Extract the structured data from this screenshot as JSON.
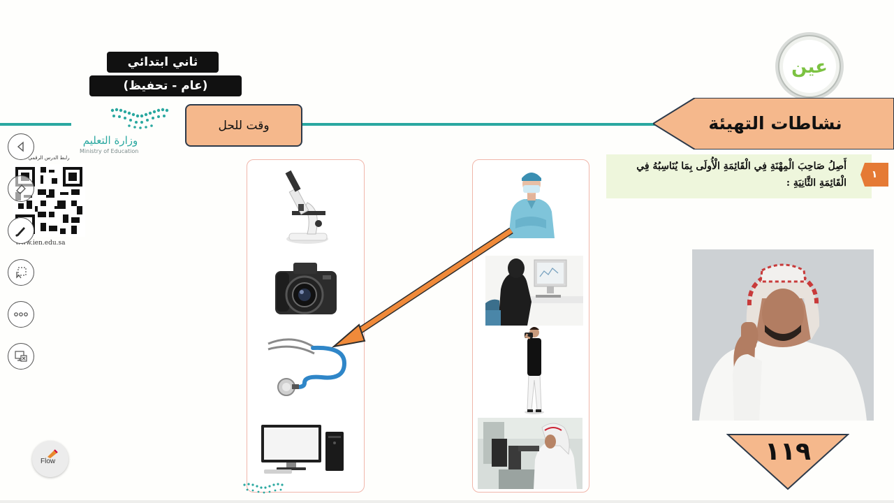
{
  "grade": {
    "level": "ثاني ابتدائي",
    "track": "(عام - تحفيظ)"
  },
  "ministry": {
    "name_ar": "وزارة التعليم",
    "name_en": "Ministry of Education"
  },
  "qr": {
    "caption": "رابط الدرس الرقمي",
    "url": "www.ien.edu.sa"
  },
  "solve_time_label": "وقت للحل",
  "channel_logo": "عين",
  "activity_title": "نشاطات التهيئة",
  "question": {
    "number": "١",
    "text": "أَصِلُ صَاحِبَ الْمِهْنَةِ فِي الْقَائِمَةِ الْأُولَى بِمَا يُنَاسِبُهُ فِي الْقَائِمَةِ الثَّانِيَةِ :"
  },
  "column_left": {
    "items": [
      "microscope",
      "camera",
      "stethoscope",
      "computer"
    ]
  },
  "column_right": {
    "items": [
      "doctor",
      "programmer",
      "photographer",
      "scientist"
    ]
  },
  "connection": {
    "from": "doctor",
    "to": "stethoscope",
    "color": "#f08a3a"
  },
  "page_number": "١١٩",
  "flow_label": "Flow",
  "colors": {
    "teal": "#2aa8a0",
    "peach": "#f5b88c",
    "orange": "#e57a35",
    "border_pink": "#f0b6aa"
  },
  "tools": [
    "back-icon",
    "eraser-icon",
    "pen-icon",
    "select-icon",
    "more-icon",
    "close-screen-icon"
  ]
}
